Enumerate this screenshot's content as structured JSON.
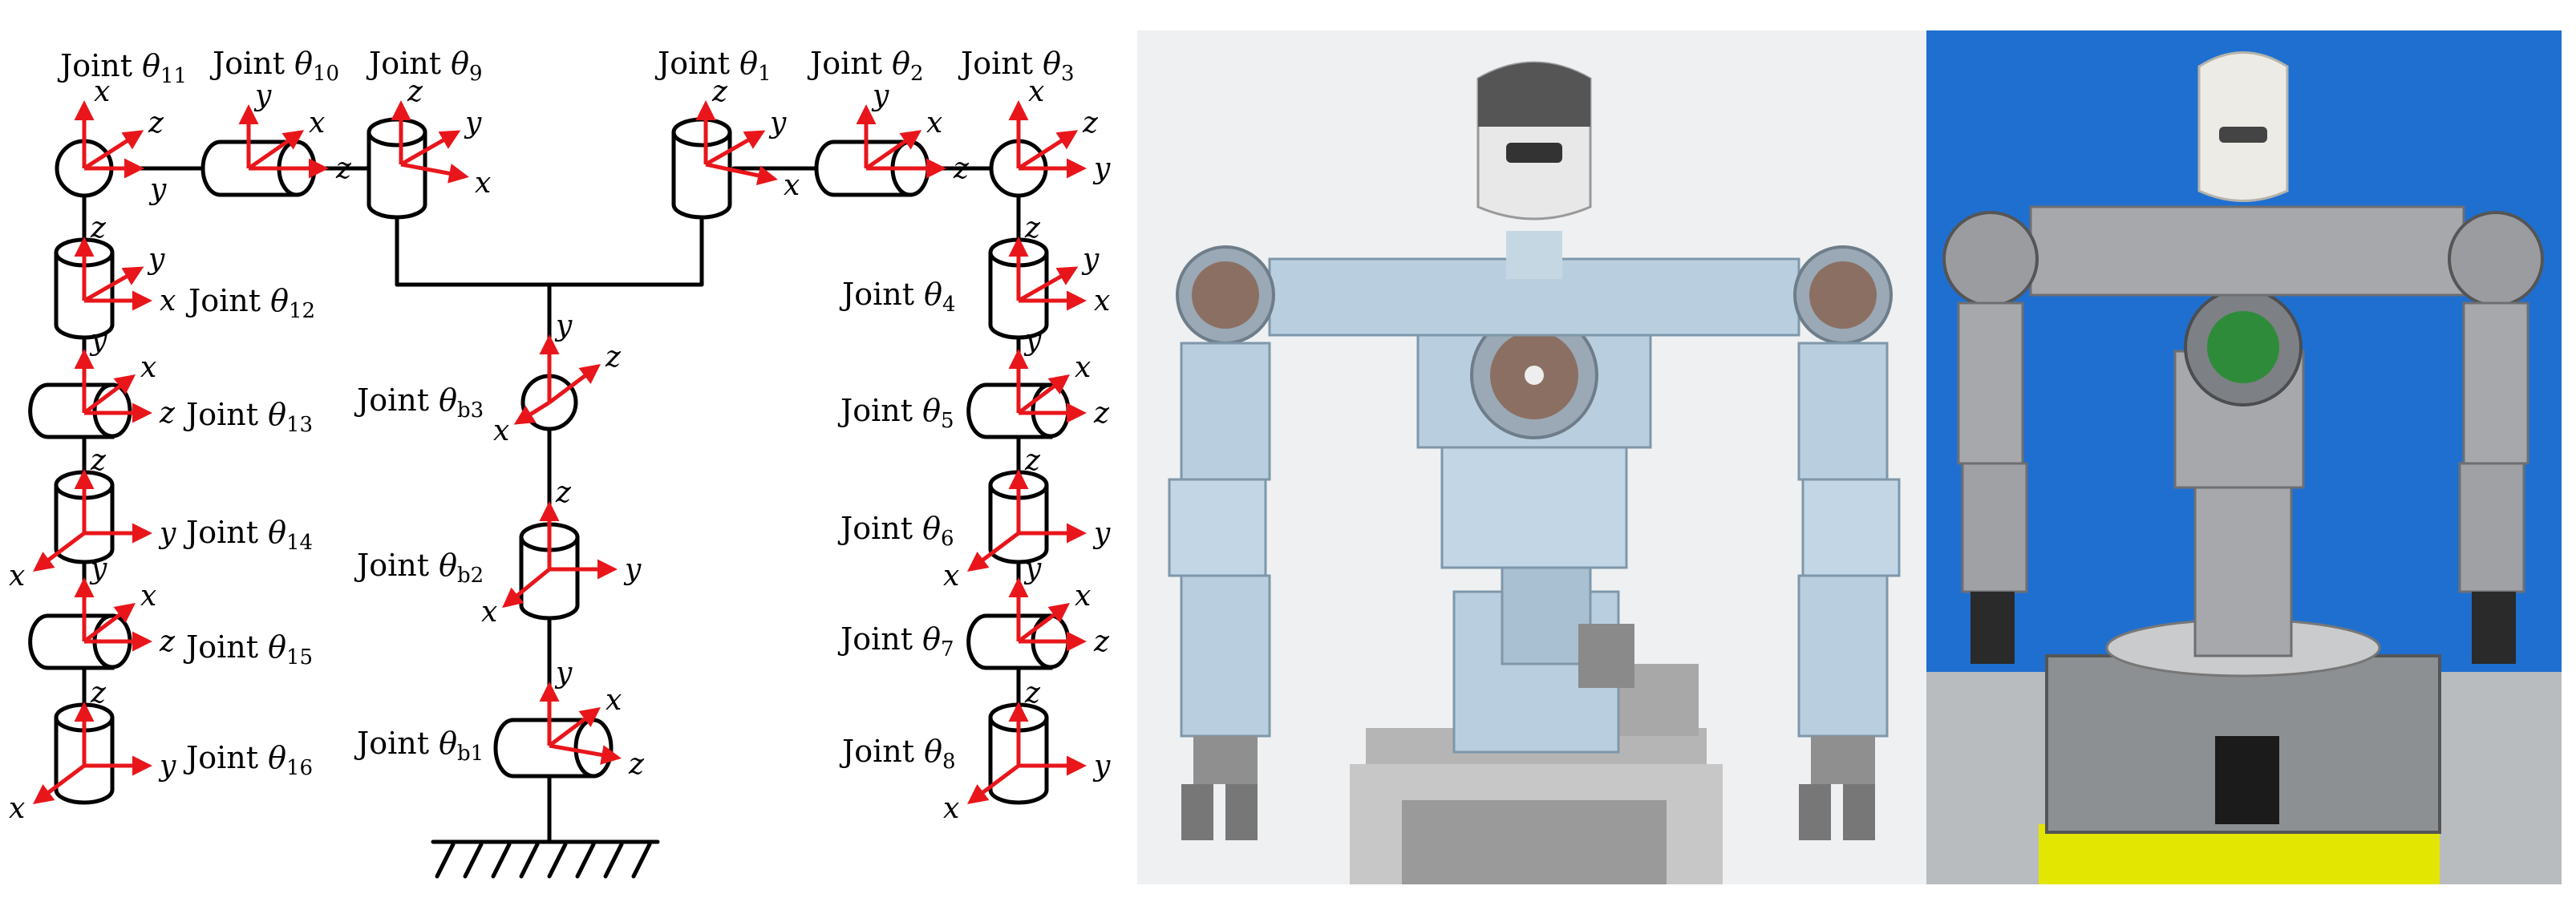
{
  "diagram": {
    "joint_word": "Joint",
    "theta": "θ",
    "axis_names": {
      "x": "x",
      "y": "y",
      "z": "z"
    },
    "joints": {
      "j11": "11",
      "j10": "10",
      "j9": "9",
      "j1": "1",
      "j2": "2",
      "j3": "3",
      "j12": "12",
      "j4": "4",
      "j13": "13",
      "j5": "5",
      "j14": "14",
      "j6": "6",
      "j15": "15",
      "j7": "7",
      "j16": "16",
      "j8": "8",
      "jb3": "b3",
      "jb2": "b2",
      "jb1": "b1"
    },
    "colors": {
      "link": "#000000",
      "axis": "#e8161b"
    }
  },
  "photos": {
    "cad_render": {
      "background": "#eef0f2",
      "body_color": "#b9cfe0",
      "motor_color": "#8c6f63",
      "base_color": "#c7c7c7"
    },
    "real_robot": {
      "background": "#1f6fd0",
      "floor_color": "#b9bcbe",
      "body_color": "#a6a8ab",
      "base_color": "#e3e600"
    }
  }
}
